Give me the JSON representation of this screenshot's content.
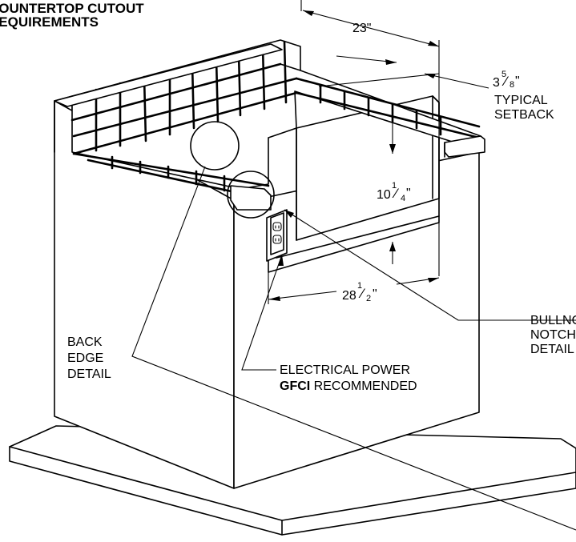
{
  "title": {
    "line1": "COUNTERTOP CUTOUT",
    "line2": "REQUIREMENTS"
  },
  "dimensions": {
    "width": "23\"",
    "setback_whole": "3",
    "setback_num": "5",
    "setback_den": "8",
    "setback_unit": "\"",
    "setback_label_1": "TYPICAL",
    "setback_label_2": "SETBACK",
    "height_whole": "10",
    "height_num": "1",
    "height_den": "4",
    "height_unit": "\"",
    "depth_whole": "28",
    "depth_num": "1",
    "depth_den": "2",
    "depth_unit": "\""
  },
  "callouts": {
    "back_edge": [
      "BACK",
      "EDGE",
      "DETAIL"
    ],
    "bullnose": [
      "BULLNOSE",
      "NOTCH",
      "DETAIL"
    ],
    "electrical_1": "ELECTRICAL POWER",
    "gfci_bold": "GFCI",
    "gfci_rest": " RECOMMENDED"
  }
}
